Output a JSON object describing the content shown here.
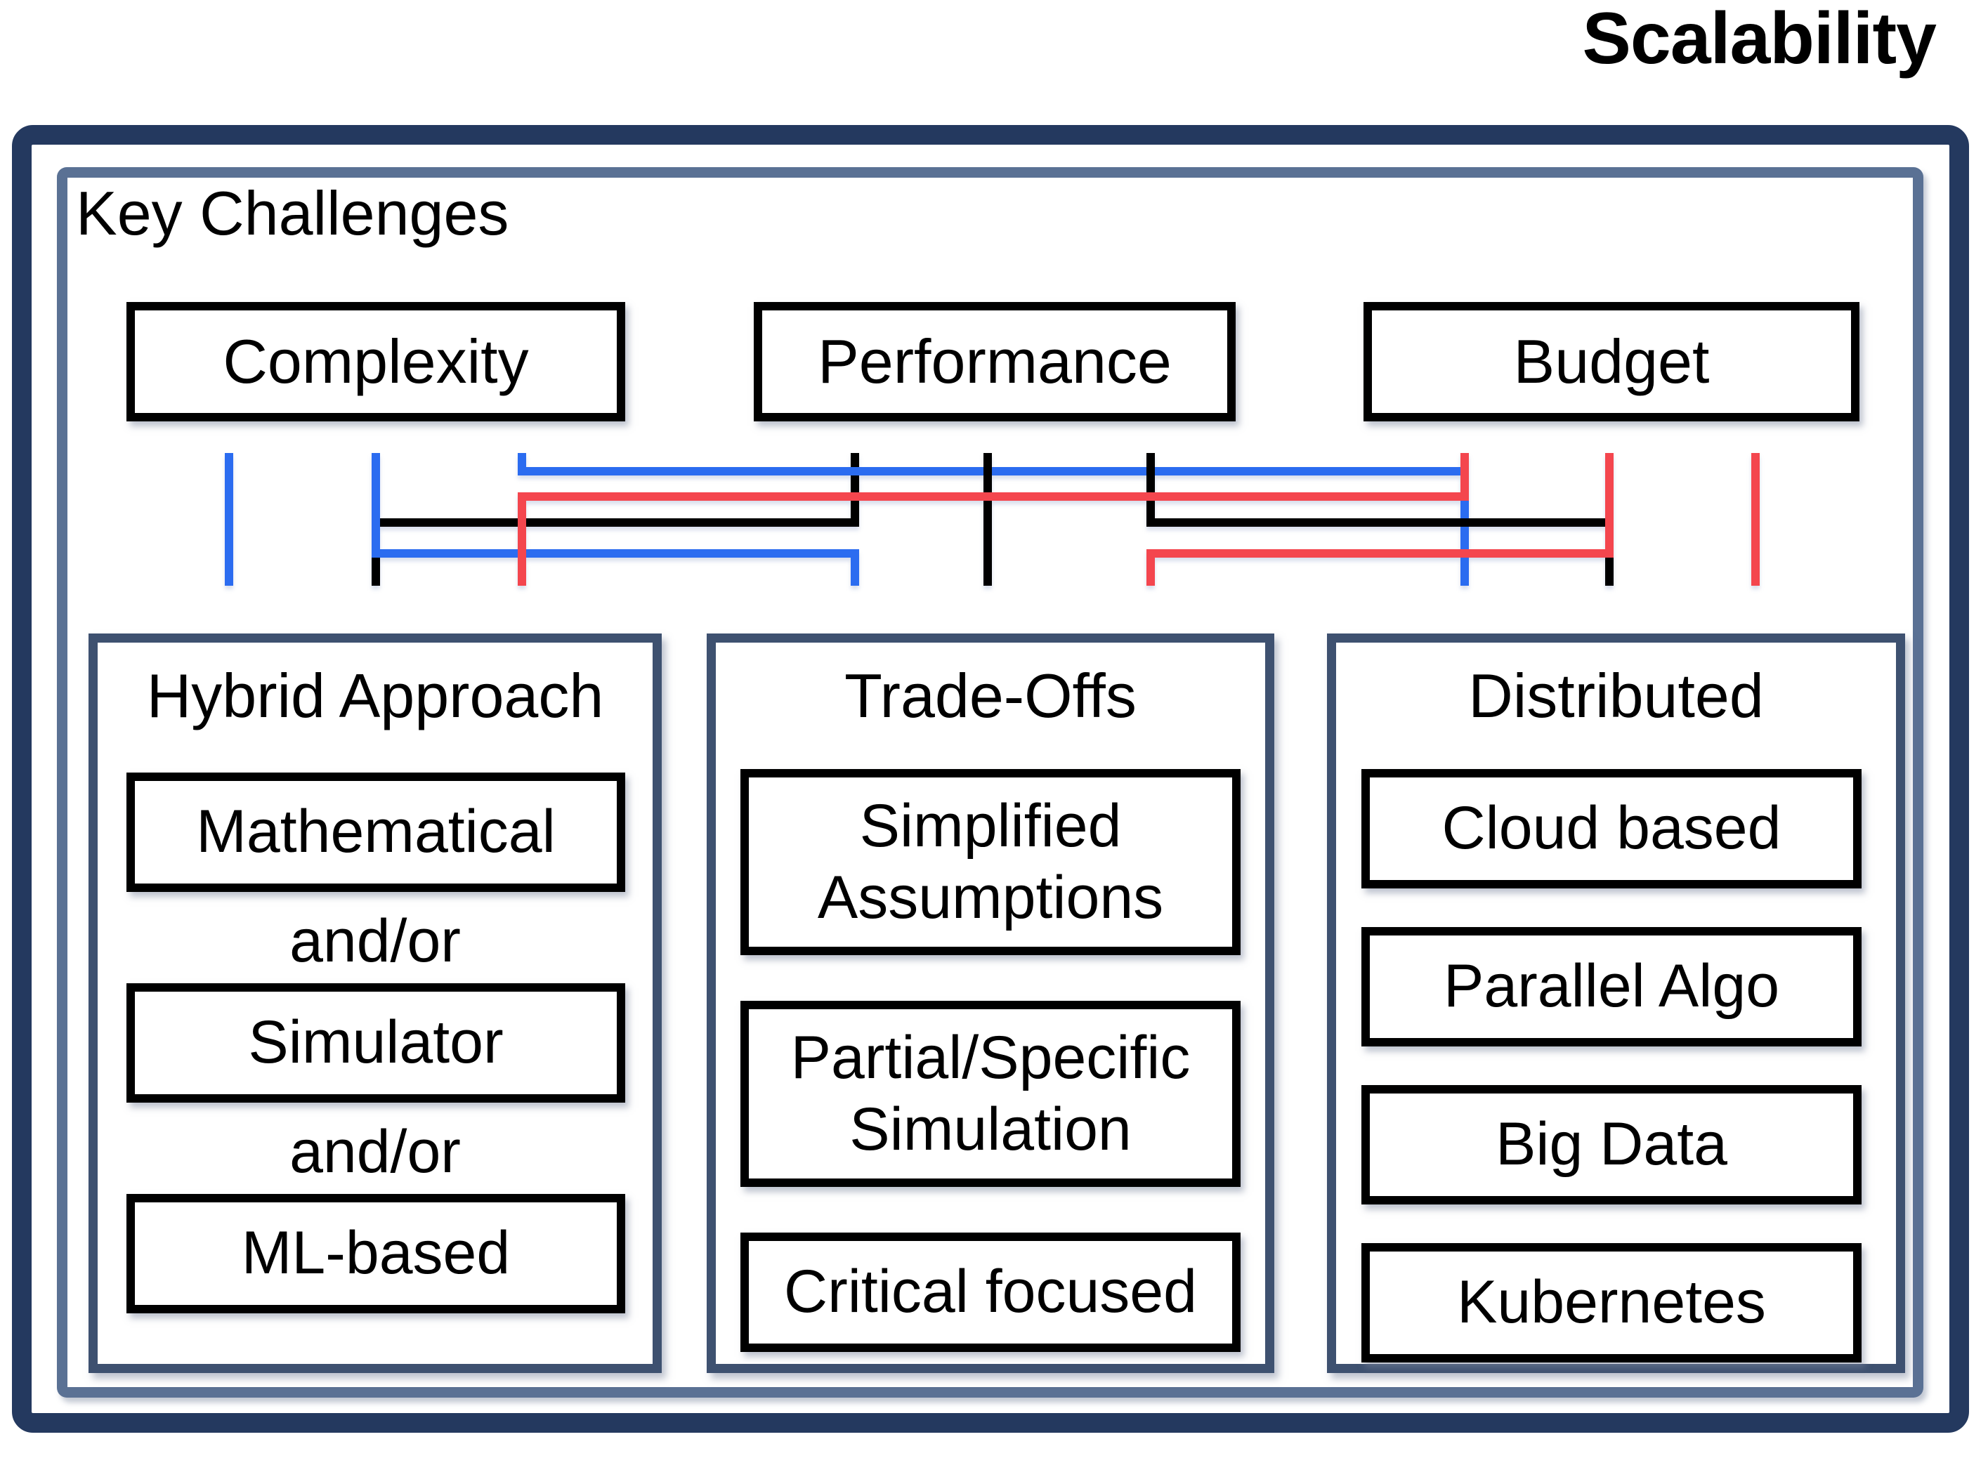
{
  "title": "Scalability",
  "key_challenges": {
    "label": "Key Challenges",
    "items": [
      {
        "label": "Complexity"
      },
      {
        "label": "Performance"
      },
      {
        "label": "Budget"
      }
    ]
  },
  "groups": [
    {
      "title": "Hybrid Approach",
      "items": [
        {
          "label": "Mathematical"
        },
        {
          "label": "and/or"
        },
        {
          "label": "Simulator"
        },
        {
          "label": "and/or"
        },
        {
          "label": "ML-based"
        }
      ]
    },
    {
      "title": "Trade-Offs",
      "items": [
        {
          "label": "Simplified Assumptions"
        },
        {
          "label": "Partial/Specific Simulation"
        },
        {
          "label": "Critical focused"
        }
      ]
    },
    {
      "title": "Distributed",
      "items": [
        {
          "label": "Cloud based"
        },
        {
          "label": "Parallel Algo"
        },
        {
          "label": "Big Data"
        },
        {
          "label": "Kubernetes"
        }
      ]
    }
  ],
  "colors": {
    "blue": "#2b6cf0",
    "black": "#000000",
    "red": "#f4464e",
    "outer_border": "#24395f",
    "inner_border": "#5a7194",
    "group_border": "#3e5170",
    "box_border": "#000000"
  },
  "connections": [
    {
      "from": "Complexity",
      "to": "Hybrid Approach",
      "color": "blue"
    },
    {
      "from": "Complexity",
      "to": "Trade-Offs",
      "color": "blue"
    },
    {
      "from": "Complexity",
      "to": "Distributed",
      "color": "blue"
    },
    {
      "from": "Performance",
      "to": "Hybrid Approach",
      "color": "black"
    },
    {
      "from": "Performance",
      "to": "Trade-Offs",
      "color": "black"
    },
    {
      "from": "Performance",
      "to": "Distributed",
      "color": "black"
    },
    {
      "from": "Budget",
      "to": "Hybrid Approach",
      "color": "red"
    },
    {
      "from": "Budget",
      "to": "Trade-Offs",
      "color": "red"
    },
    {
      "from": "Budget",
      "to": "Distributed",
      "color": "red"
    }
  ]
}
